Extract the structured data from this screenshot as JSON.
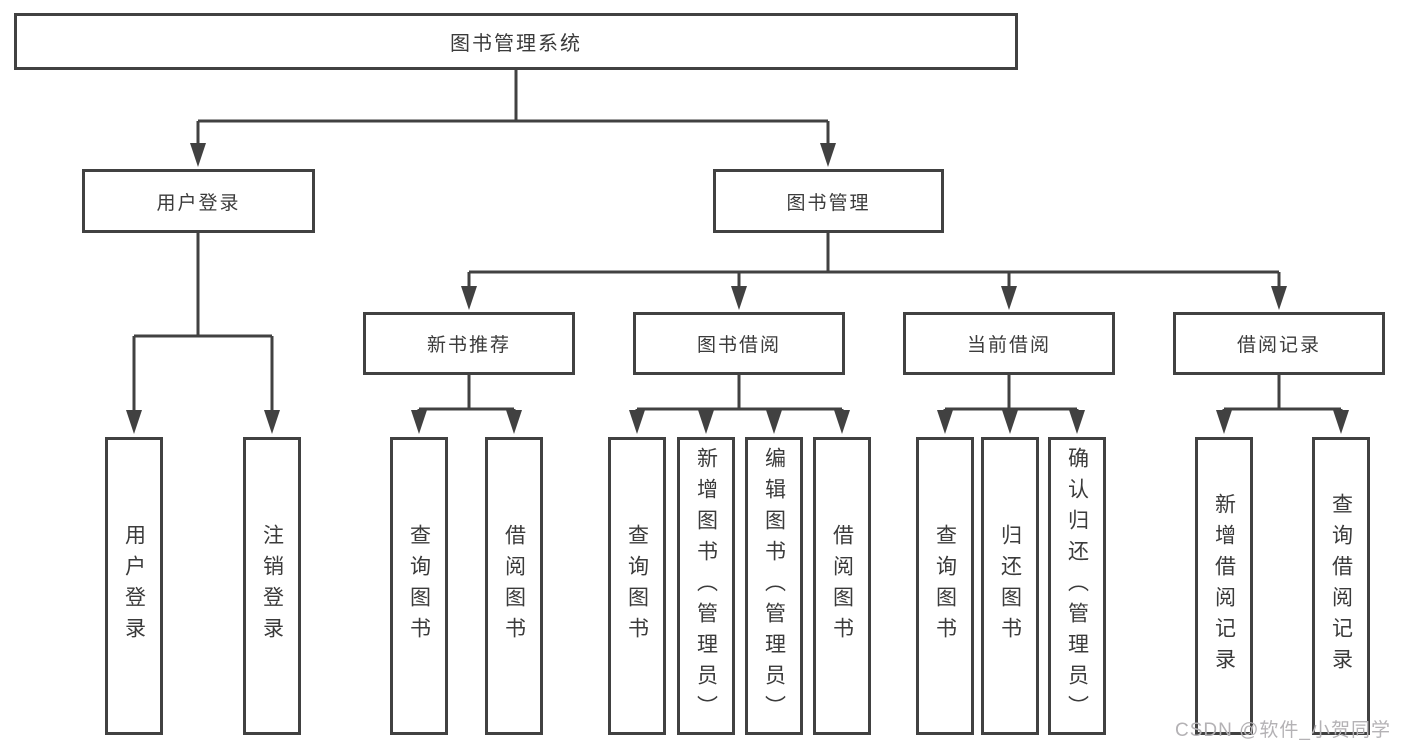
{
  "diagram": {
    "root": {
      "label": "图书管理系统"
    },
    "user_login": {
      "label": "用户登录",
      "children": [
        {
          "label": "用户登录"
        },
        {
          "label": "注销登录"
        }
      ]
    },
    "book_management": {
      "label": "图书管理",
      "groups": [
        {
          "label": "新书推荐",
          "children": [
            {
              "label": "查询图书"
            },
            {
              "label": "借阅图书"
            }
          ]
        },
        {
          "label": "图书借阅",
          "children": [
            {
              "label": "查询图书"
            },
            {
              "label": "新增图书（管理员）"
            },
            {
              "label": "编辑图书（管理员）"
            },
            {
              "label": "借阅图书"
            }
          ]
        },
        {
          "label": "当前借阅",
          "children": [
            {
              "label": "查询图书"
            },
            {
              "label": "归还图书"
            },
            {
              "label": "确认归还（管理员）"
            }
          ]
        },
        {
          "label": "借阅记录",
          "children": [
            {
              "label": "新增借阅记录"
            },
            {
              "label": "查询借阅记录"
            }
          ]
        }
      ]
    }
  },
  "watermark": {
    "text": "CSDN @软件_小贺同学"
  },
  "colors": {
    "line": "#414141",
    "text": "#3b3b3b",
    "watermark": "#b4b2b5",
    "background": "#ffffff"
  }
}
